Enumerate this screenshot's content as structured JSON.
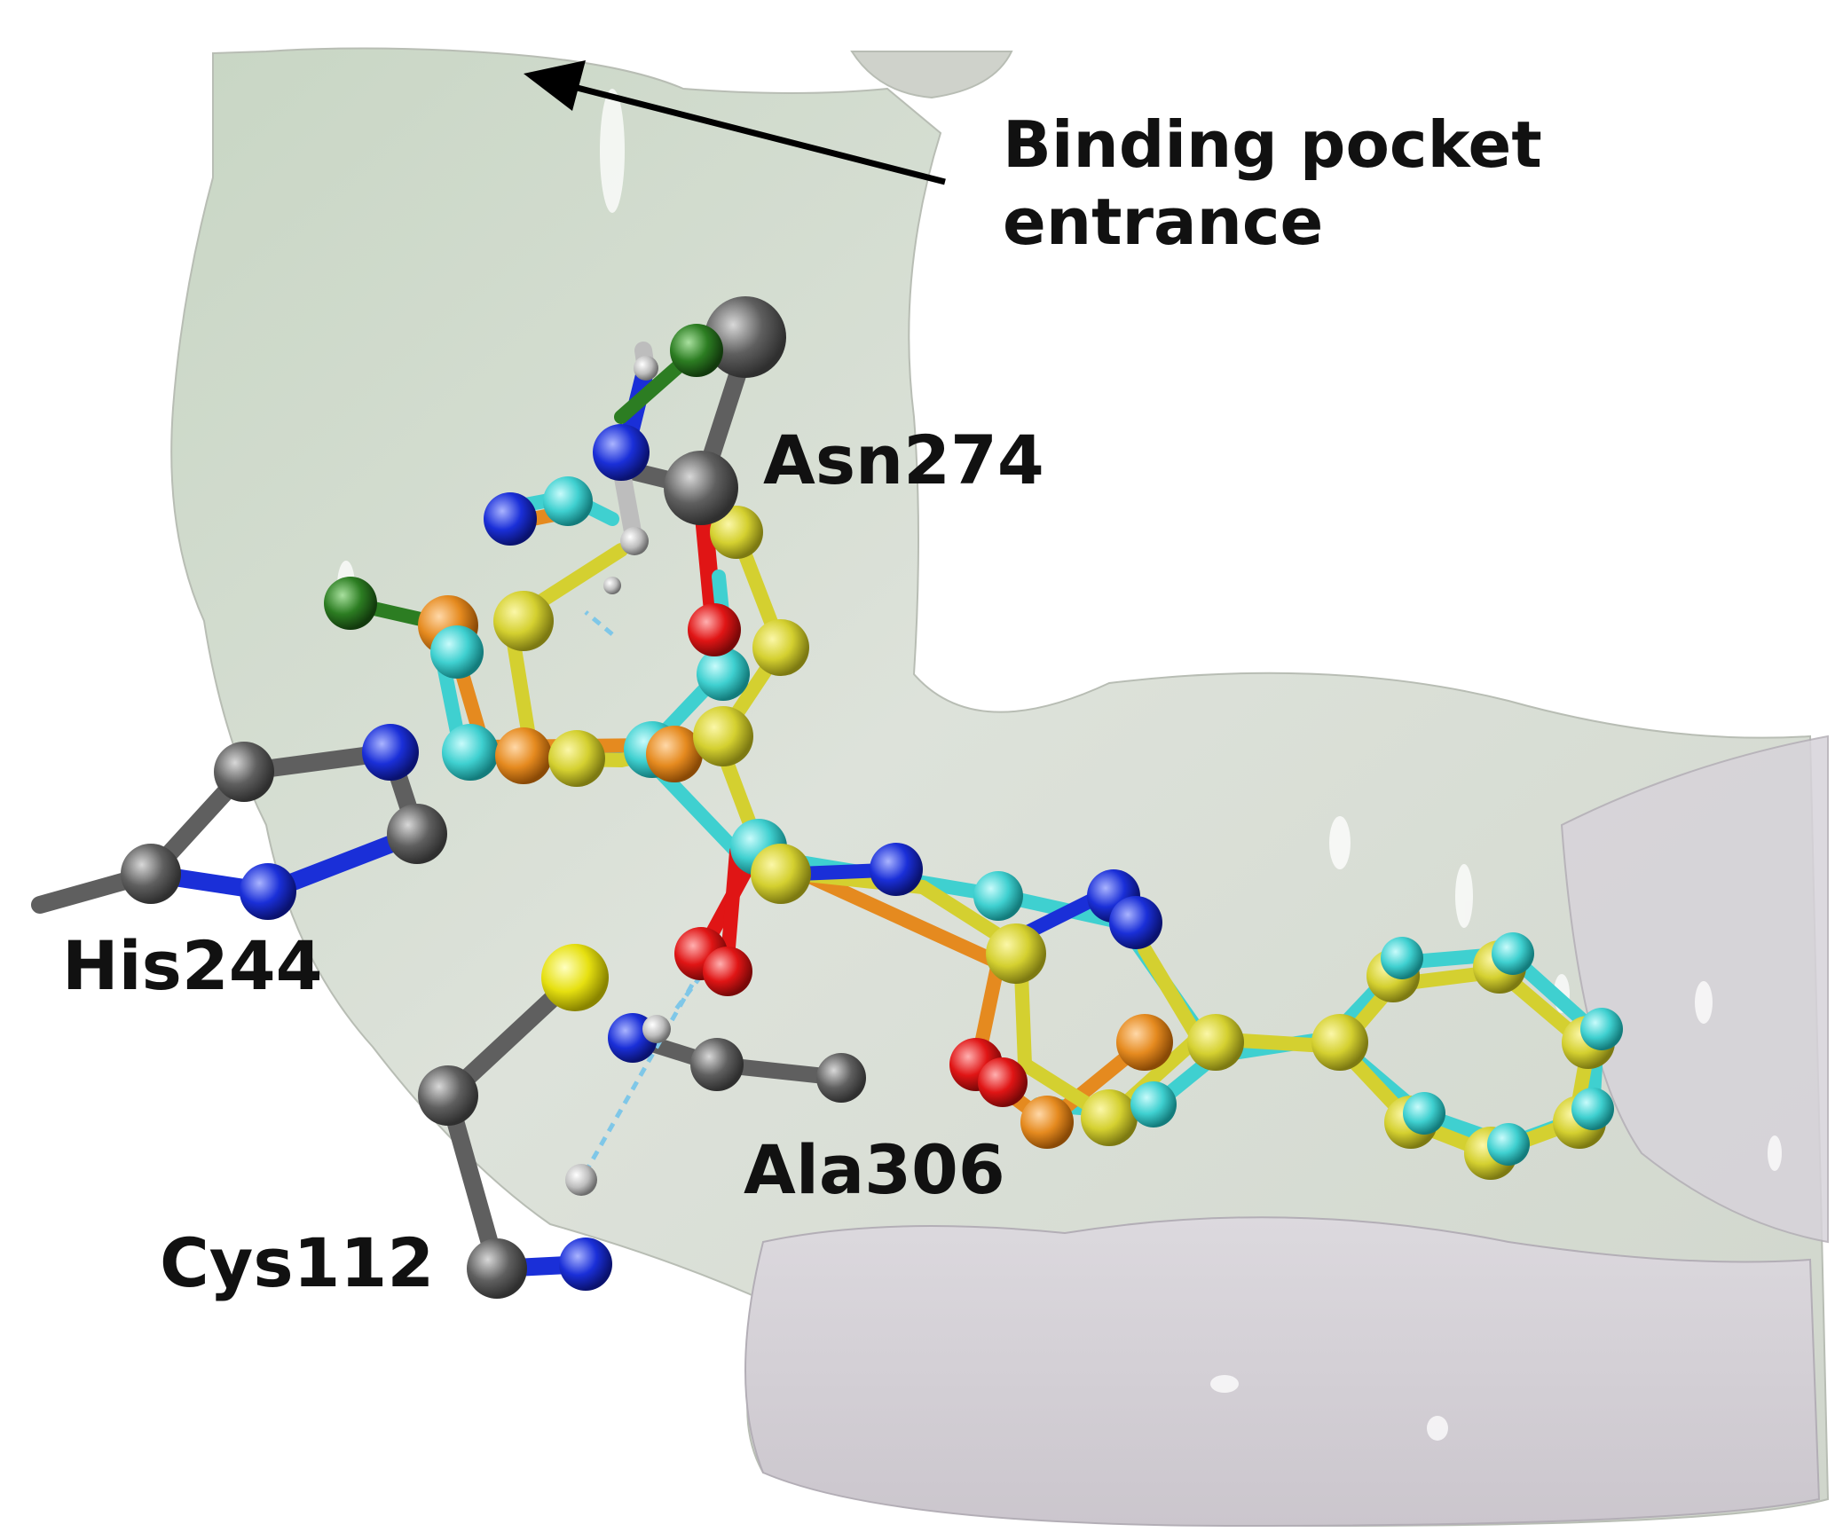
{
  "labels": {
    "entrance_line1": "Binding pocket",
    "entrance_line2": "entrance",
    "asn": "Asn274",
    "his": "His244",
    "cys": "Cys112",
    "ala": "Ala306"
  },
  "colors": {
    "background": "#ffffff",
    "surface_green": "#cdd9c9",
    "surface_grey": "#d4d1d6",
    "carbon": "#5f5f5f",
    "nitrogen": "#1a2fd8",
    "oxygen": "#e01515",
    "sulfur": "#e6e010",
    "chlorine": "#2c7d22",
    "ligand_yellow": "#d4d030",
    "ligand_cyan": "#3fd0d0",
    "ligand_orange": "#e58a1f",
    "hydrogen": "#bdbdbd",
    "hbond": "#7fc7e8"
  }
}
